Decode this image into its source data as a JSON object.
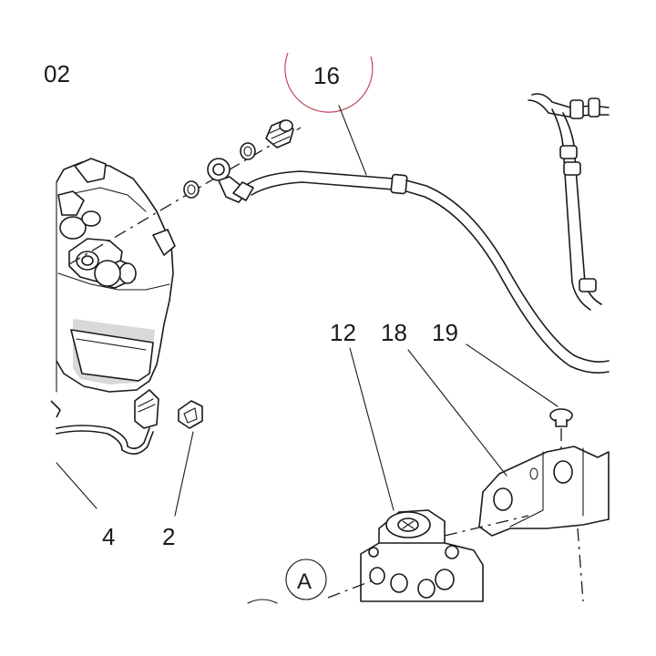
{
  "labels": {
    "part_02": "02",
    "part_16": "16",
    "part_12": "12",
    "part_18": "18",
    "part_19": "19",
    "part_4": "4",
    "part_2": "2",
    "view_a": "A"
  },
  "colors": {
    "line": "#1a1a1a",
    "highlight_circle": "#c0485a",
    "background": "#ffffff"
  }
}
